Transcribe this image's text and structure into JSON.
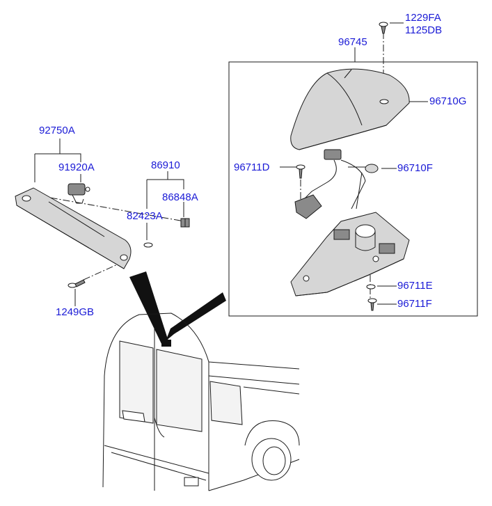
{
  "colors": {
    "label": "#1a1ad6",
    "line": "#1a1a1a",
    "part_fill": "#d6d6d6",
    "part_dark": "#8a8a8a"
  },
  "labels": {
    "p1229FA": "1229FA",
    "p1125DB": "1125DB",
    "p96745": "96745",
    "p96710G": "96710G",
    "p92750A": "92750A",
    "p91920A": "91920A",
    "p86910": "86910",
    "p86848A": "86848A",
    "p82423A": "82423A",
    "p96711D": "96711D",
    "p96710F": "96710F",
    "p96711E": "96711E",
    "p96711F": "96711F",
    "p1249GB": "1249GB"
  }
}
